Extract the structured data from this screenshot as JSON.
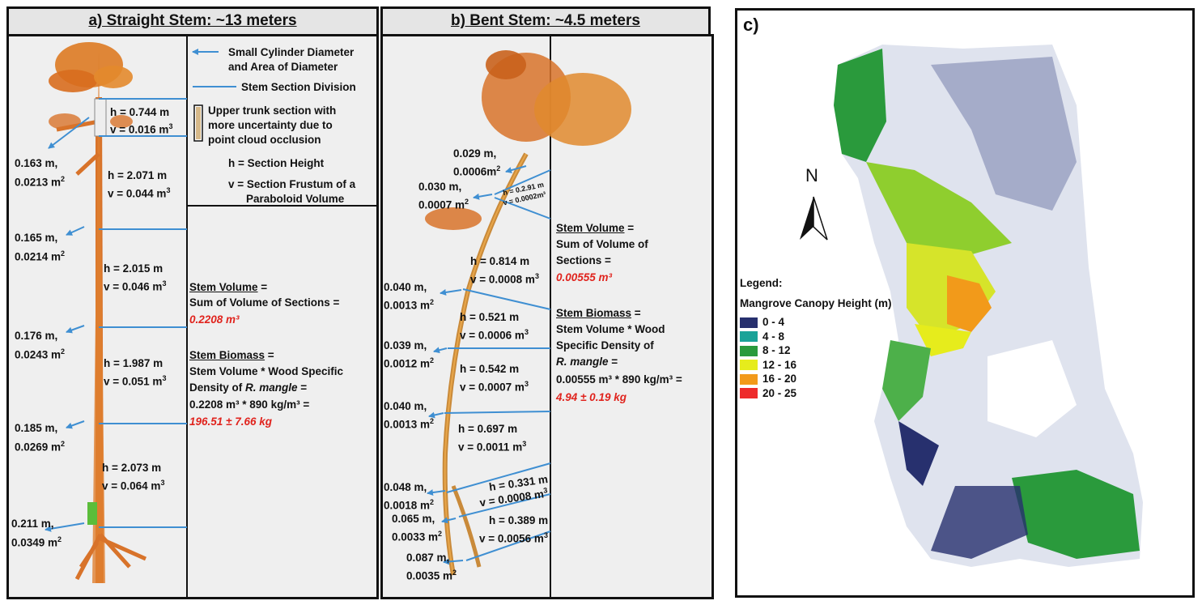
{
  "panel_a": {
    "title": "a) Straight  Stem: ~13 meters",
    "legend": {
      "small_cyl_1": "Small Cylinder Diameter",
      "small_cyl_2": "and Area of Diameter",
      "division": "Stem Section Division",
      "upper_1": "Upper trunk section with",
      "upper_2": "more uncertainty due to",
      "upper_3": "point cloud occlusion",
      "h_def": "h = Section Height",
      "v_def_1": "v = Section Frustum of a",
      "v_def_2": "Paraboloid Volume"
    },
    "sections": [
      {
        "h": "h = 0.744 m",
        "v": "v = 0.016 m"
      },
      {
        "h": "h = 2.071 m",
        "v": "v = 0.044 m"
      },
      {
        "h": "h = 2.015 m",
        "v": "v = 0.046 m"
      },
      {
        "h": "h = 1.987 m",
        "v": "v = 0.051 m"
      },
      {
        "h": "h = 2.073 m",
        "v": "v = 0.064 m"
      }
    ],
    "diameters": [
      {
        "d": "0.163 m,",
        "a": "0.0213 m"
      },
      {
        "d": "0.165 m,",
        "a": "0.0214 m"
      },
      {
        "d": "0.176 m,",
        "a": "0.0243 m"
      },
      {
        "d": "0.185 m,",
        "a": "0.0269 m"
      },
      {
        "d": "0.211 m,",
        "a": "0.0349 m"
      }
    ],
    "volume_title": "Stem Volume",
    "volume_eq": " =",
    "volume_text": "Sum of Volume of Sections =",
    "volume_value": "0.2208 m³",
    "biomass_title": "Stem Biomass",
    "biomass_eq": " =",
    "biomass_line1": "Stem Volume * Wood Specific",
    "biomass_line2_a": "Density of ",
    "biomass_species": "R. mangle",
    "biomass_line2_b": " =",
    "biomass_line3": "0.2208 m³ * 890 kg/m³ =",
    "biomass_value": "196.51 ± 7.66 kg"
  },
  "panel_b": {
    "title": "b) Bent Stem: ~4.5 meters",
    "sections": [
      {
        "h": "h = 0.2.91 m",
        "v": "v = 0.0002m³"
      },
      {
        "h": "h = 0.814 m",
        "v": "v = 0.0008 m"
      },
      {
        "h": "h = 0.521 m",
        "v": "v = 0.0006 m"
      },
      {
        "h": "h = 0.542 m",
        "v": "v = 0.0007 m"
      },
      {
        "h": "h = 0.697 m",
        "v": "v = 0.0011 m"
      },
      {
        "h": "h = 0.331 m",
        "v": "v = 0.0008 m"
      },
      {
        "h": "h = 0.389 m",
        "v": "v = 0.0056 m"
      }
    ],
    "diameters": [
      {
        "d": "0.029 m,",
        "a": "0.0006m"
      },
      {
        "d": "0.030 m,",
        "a": "0.0007 m"
      },
      {
        "d": "0.040 m,",
        "a": "0.0013 m"
      },
      {
        "d": "0.039 m,",
        "a": "0.0012 m"
      },
      {
        "d": "0.040 m,",
        "a": "0.0013 m"
      },
      {
        "d": "0.048 m,",
        "a": "0.0018 m"
      },
      {
        "d": "0.065 m,",
        "a": "0.0033 m"
      },
      {
        "d": "0.087 m,",
        "a": "0.0035 m"
      }
    ],
    "volume_title": "Stem Volume",
    "volume_eq": " =",
    "volume_line1": "Sum of Volume of",
    "volume_line2": "Sections =",
    "volume_value": "0.00555 m³",
    "biomass_title": "Stem Biomass",
    "biomass_eq": " =",
    "biomass_line1": "Stem Volume * Wood",
    "biomass_line2": "Specific Density of",
    "biomass_species": "R. mangle",
    "biomass_species_eq": " =",
    "biomass_line4": "0.00555 m³ * 890 kg/m³ =",
    "biomass_value": "4.94 ± 0.19 kg"
  },
  "panel_c": {
    "label": "c)",
    "north": "N",
    "legend_title": "Legend:",
    "legend_subtitle": "Mangrove Canopy Height (m)",
    "classes": [
      {
        "label": "0 - 4",
        "color": "#27306e"
      },
      {
        "label": "4 - 8",
        "color": "#1aa398"
      },
      {
        "label": "8 - 12",
        "color": "#2a9a3c"
      },
      {
        "label": "12 - 16",
        "color": "#e6ec1c"
      },
      {
        "label": "16 - 20",
        "color": "#f29a1a"
      },
      {
        "label": "20 - 25",
        "color": "#ee2b2b"
      }
    ]
  },
  "colors": {
    "arrow": "#3f8fd2",
    "tree": "#d8732a",
    "highlight": "#e0231d"
  }
}
